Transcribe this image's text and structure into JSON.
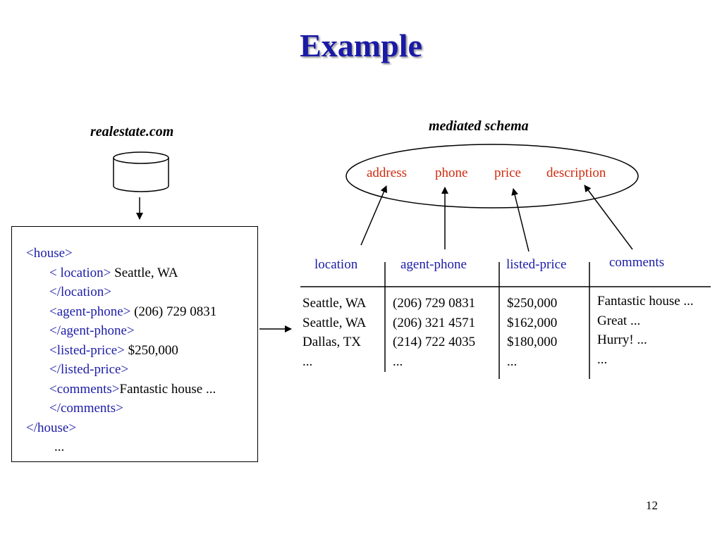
{
  "slide": {
    "title": "Example",
    "page_number": "12"
  },
  "source": {
    "name": "realestate.com"
  },
  "xml_listing": {
    "lines": [
      {
        "tag": "<house>",
        "value": ""
      },
      {
        "tag": "< location>",
        "value": " Seattle, WA"
      },
      {
        "tag": "</location>",
        "value": ""
      },
      {
        "tag": "<agent-phone>",
        "value": " (206) 729 0831"
      },
      {
        "tag": "</agent-phone>",
        "value": ""
      },
      {
        "tag": "<listed-price>",
        "value": " $250,000"
      },
      {
        "tag": "</listed-price>",
        "value": ""
      },
      {
        "tag": "<comments>",
        "value": "Fantastic house ..."
      },
      {
        "tag": "</comments>",
        "value": ""
      },
      {
        "tag": "</house>",
        "value": ""
      },
      {
        "tag": "",
        "value": "..."
      }
    ]
  },
  "mediated_schema": {
    "label": "mediated schema",
    "attributes": [
      "address",
      "phone",
      "price",
      "description"
    ]
  },
  "source_table": {
    "columns": [
      "location",
      "agent-phone",
      "listed-price",
      "comments"
    ],
    "rows": [
      [
        "Seattle, WA",
        "(206) 729 0831",
        "$250,000",
        "Fantastic house ..."
      ],
      [
        "Seattle, WA",
        "(206) 321 4571",
        "$162,000",
        "Great  ..."
      ],
      [
        "Dallas,  TX",
        "(214) 722 4035",
        "$180,000",
        "Hurry! ..."
      ],
      [
        "...",
        "...",
        "...",
        "..."
      ]
    ]
  },
  "mappings": [
    {
      "from": "location",
      "to": "address"
    },
    {
      "from": "agent-phone",
      "to": "phone"
    },
    {
      "from": "listed-price",
      "to": "price"
    },
    {
      "from": "comments",
      "to": "description"
    }
  ]
}
